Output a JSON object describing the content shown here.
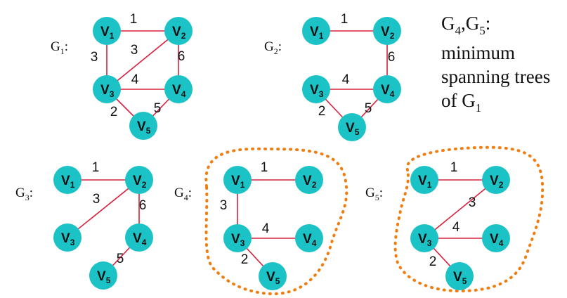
{
  "caption": {
    "line1": {
      "main": "G",
      "sub1": "4",
      "mid": ",G",
      "sub2": "5",
      "end": ":"
    },
    "line2": "minimum",
    "line3": "spanning trees",
    "line4": {
      "main": "of G",
      "sub": "1"
    }
  },
  "graphs": [
    {
      "id": "g1",
      "label": {
        "main": "G",
        "sub": "1",
        "end": ":"
      },
      "highlighted": false,
      "nodes": [
        {
          "id": "v1",
          "main": "V",
          "sub": "1"
        },
        {
          "id": "v2",
          "main": "V",
          "sub": "2"
        },
        {
          "id": "v3",
          "main": "V",
          "sub": "3"
        },
        {
          "id": "v4",
          "main": "V",
          "sub": "4"
        },
        {
          "id": "v5",
          "main": "V",
          "sub": "5"
        }
      ],
      "edges": [
        {
          "from": "v1",
          "to": "v2",
          "weight": "1"
        },
        {
          "from": "v1",
          "to": "v3",
          "weight": "3"
        },
        {
          "from": "v3",
          "to": "v2",
          "weight": "3"
        },
        {
          "from": "v2",
          "to": "v4",
          "weight": "6"
        },
        {
          "from": "v3",
          "to": "v4",
          "weight": "4"
        },
        {
          "from": "v3",
          "to": "v5",
          "weight": "2"
        },
        {
          "from": "v4",
          "to": "v5",
          "weight": "5"
        }
      ]
    },
    {
      "id": "g2",
      "label": {
        "main": "G",
        "sub": "2",
        "end": ":"
      },
      "highlighted": false,
      "nodes": [
        {
          "id": "v1",
          "main": "V",
          "sub": "1"
        },
        {
          "id": "v2",
          "main": "V",
          "sub": "2"
        },
        {
          "id": "v3",
          "main": "V",
          "sub": "3"
        },
        {
          "id": "v4",
          "main": "V",
          "sub": "4"
        },
        {
          "id": "v5",
          "main": "V",
          "sub": "5"
        }
      ],
      "edges": [
        {
          "from": "v1",
          "to": "v2",
          "weight": "1"
        },
        {
          "from": "v2",
          "to": "v4",
          "weight": "6"
        },
        {
          "from": "v3",
          "to": "v4",
          "weight": "4"
        },
        {
          "from": "v3",
          "to": "v5",
          "weight": "2"
        },
        {
          "from": "v4",
          "to": "v5",
          "weight": "5"
        }
      ]
    },
    {
      "id": "g3",
      "label": {
        "main": "G",
        "sub": "3",
        "end": ":"
      },
      "highlighted": false,
      "nodes": [
        {
          "id": "v1",
          "main": "V",
          "sub": "1"
        },
        {
          "id": "v2",
          "main": "V",
          "sub": "2"
        },
        {
          "id": "v3",
          "main": "V",
          "sub": "3"
        },
        {
          "id": "v4",
          "main": "V",
          "sub": "4"
        },
        {
          "id": "v5",
          "main": "V",
          "sub": "5"
        }
      ],
      "edges": [
        {
          "from": "v1",
          "to": "v2",
          "weight": "1"
        },
        {
          "from": "v2",
          "to": "v3",
          "weight": "3"
        },
        {
          "from": "v2",
          "to": "v4",
          "weight": "6"
        },
        {
          "from": "v4",
          "to": "v5",
          "weight": "5"
        }
      ]
    },
    {
      "id": "g4",
      "label": {
        "main": "G",
        "sub": "4",
        "end": ":"
      },
      "highlighted": true,
      "nodes": [
        {
          "id": "v1",
          "main": "V",
          "sub": "1"
        },
        {
          "id": "v2",
          "main": "V",
          "sub": "2"
        },
        {
          "id": "v3",
          "main": "V",
          "sub": "3"
        },
        {
          "id": "v4",
          "main": "V",
          "sub": "4"
        },
        {
          "id": "v5",
          "main": "V",
          "sub": "5"
        }
      ],
      "edges": [
        {
          "from": "v1",
          "to": "v2",
          "weight": "1"
        },
        {
          "from": "v1",
          "to": "v3",
          "weight": "3"
        },
        {
          "from": "v3",
          "to": "v4",
          "weight": "4"
        },
        {
          "from": "v3",
          "to": "v5",
          "weight": "2"
        }
      ]
    },
    {
      "id": "g5",
      "label": {
        "main": "G",
        "sub": "5",
        "end": ":"
      },
      "highlighted": true,
      "nodes": [
        {
          "id": "v1",
          "main": "V",
          "sub": "1"
        },
        {
          "id": "v2",
          "main": "V",
          "sub": "2"
        },
        {
          "id": "v3",
          "main": "V",
          "sub": "3"
        },
        {
          "id": "v4",
          "main": "V",
          "sub": "4"
        },
        {
          "id": "v5",
          "main": "V",
          "sub": "5"
        }
      ],
      "edges": [
        {
          "from": "v1",
          "to": "v2",
          "weight": "1"
        },
        {
          "from": "v3",
          "to": "v2",
          "weight": "3"
        },
        {
          "from": "v3",
          "to": "v4",
          "weight": "4"
        },
        {
          "from": "v3",
          "to": "v5",
          "weight": "2"
        }
      ]
    }
  ],
  "colors": {
    "node_fill": "#1cc3c6",
    "edge": "#d8203c",
    "highlight_outline": "#f07d0f",
    "text": "#111111"
  }
}
